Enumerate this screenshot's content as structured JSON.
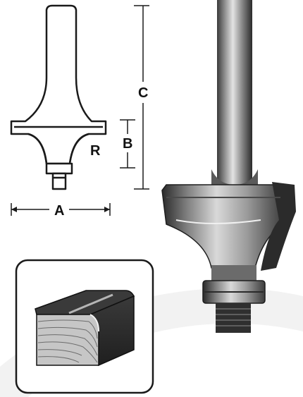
{
  "dimensions": {
    "A": "A",
    "B": "B",
    "C": "C",
    "R": "R"
  },
  "colors": {
    "line": "#1a1a1a",
    "steel_dark": "#2e2e2e",
    "steel_mid": "#8a8a8a",
    "steel_light": "#d6d6d6",
    "wood_light": "#c9c9c9",
    "wood_dark": "#4a4a4a",
    "watermark": "#f1f1f1"
  },
  "icons": {
    "line_drawing": "router-bit-line-drawing",
    "photo": "router-bit-photo",
    "profile_sample": "rounded-edge-wood-sample-icon"
  }
}
